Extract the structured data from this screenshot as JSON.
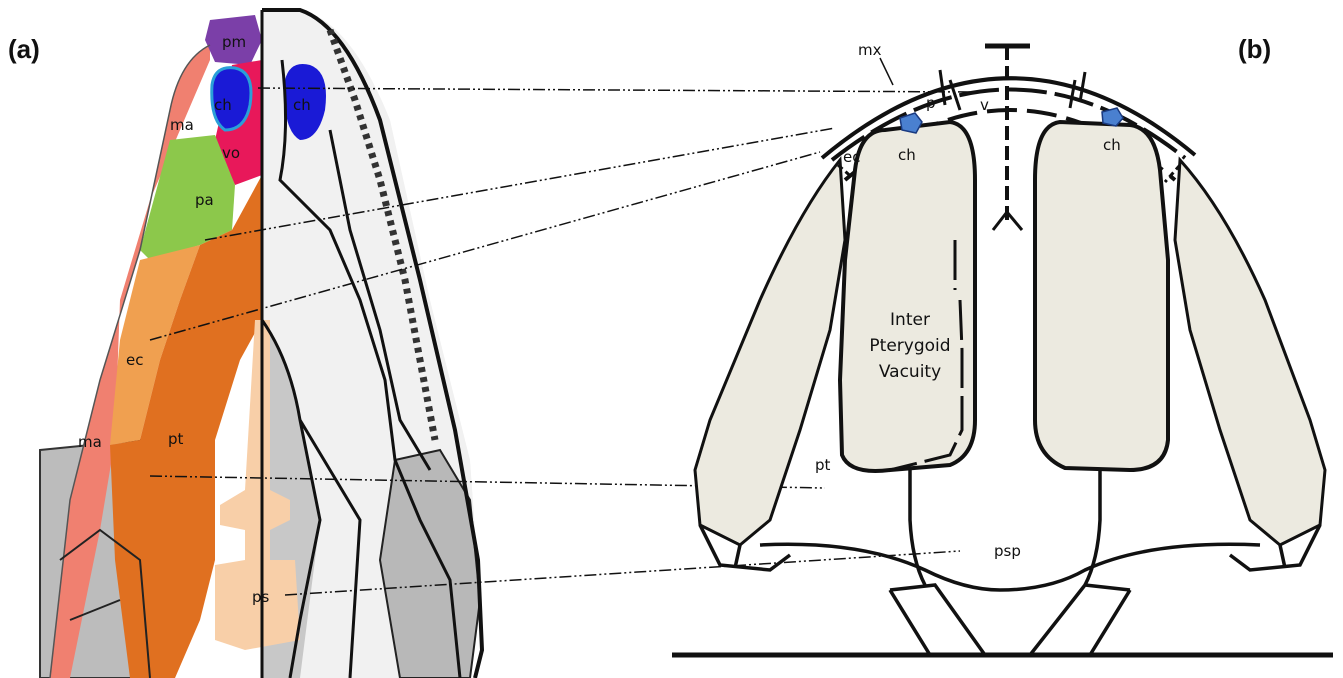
{
  "panels": {
    "a": {
      "label": "(a)"
    },
    "b": {
      "label": "(b)"
    }
  },
  "panel_a_labels": {
    "pm": "pm",
    "ch_left": "ch",
    "ch_right": "ch",
    "ma_upper": "ma",
    "vo": "vo",
    "pa": "pa",
    "ec": "ec",
    "ma_lower": "ma",
    "pt": "pt",
    "ps": "ps"
  },
  "panel_b_labels": {
    "mx": "mx",
    "p": "p",
    "v": "v",
    "ec": "ec",
    "ch_left": "ch",
    "ch_right": "ch",
    "vacuity_line1": "Inter",
    "vacuity_line2": "Pterygoid",
    "vacuity_line3": "Vacuity",
    "pt": "pt",
    "psp": "psp"
  },
  "colors": {
    "premaxilla": "#7b3fa8",
    "choana": "#1a1ad6",
    "maxilla": "#f08070",
    "vomer": "#e8185a",
    "palatine": "#8cc84b",
    "ectopterygoid": "#f0a050",
    "pterygoid": "#e07020",
    "parasphenoid": "#f8cfa8",
    "vacuity_fill": "#eceae0",
    "choana_b": "#4a80d0",
    "outline": "#111111"
  }
}
